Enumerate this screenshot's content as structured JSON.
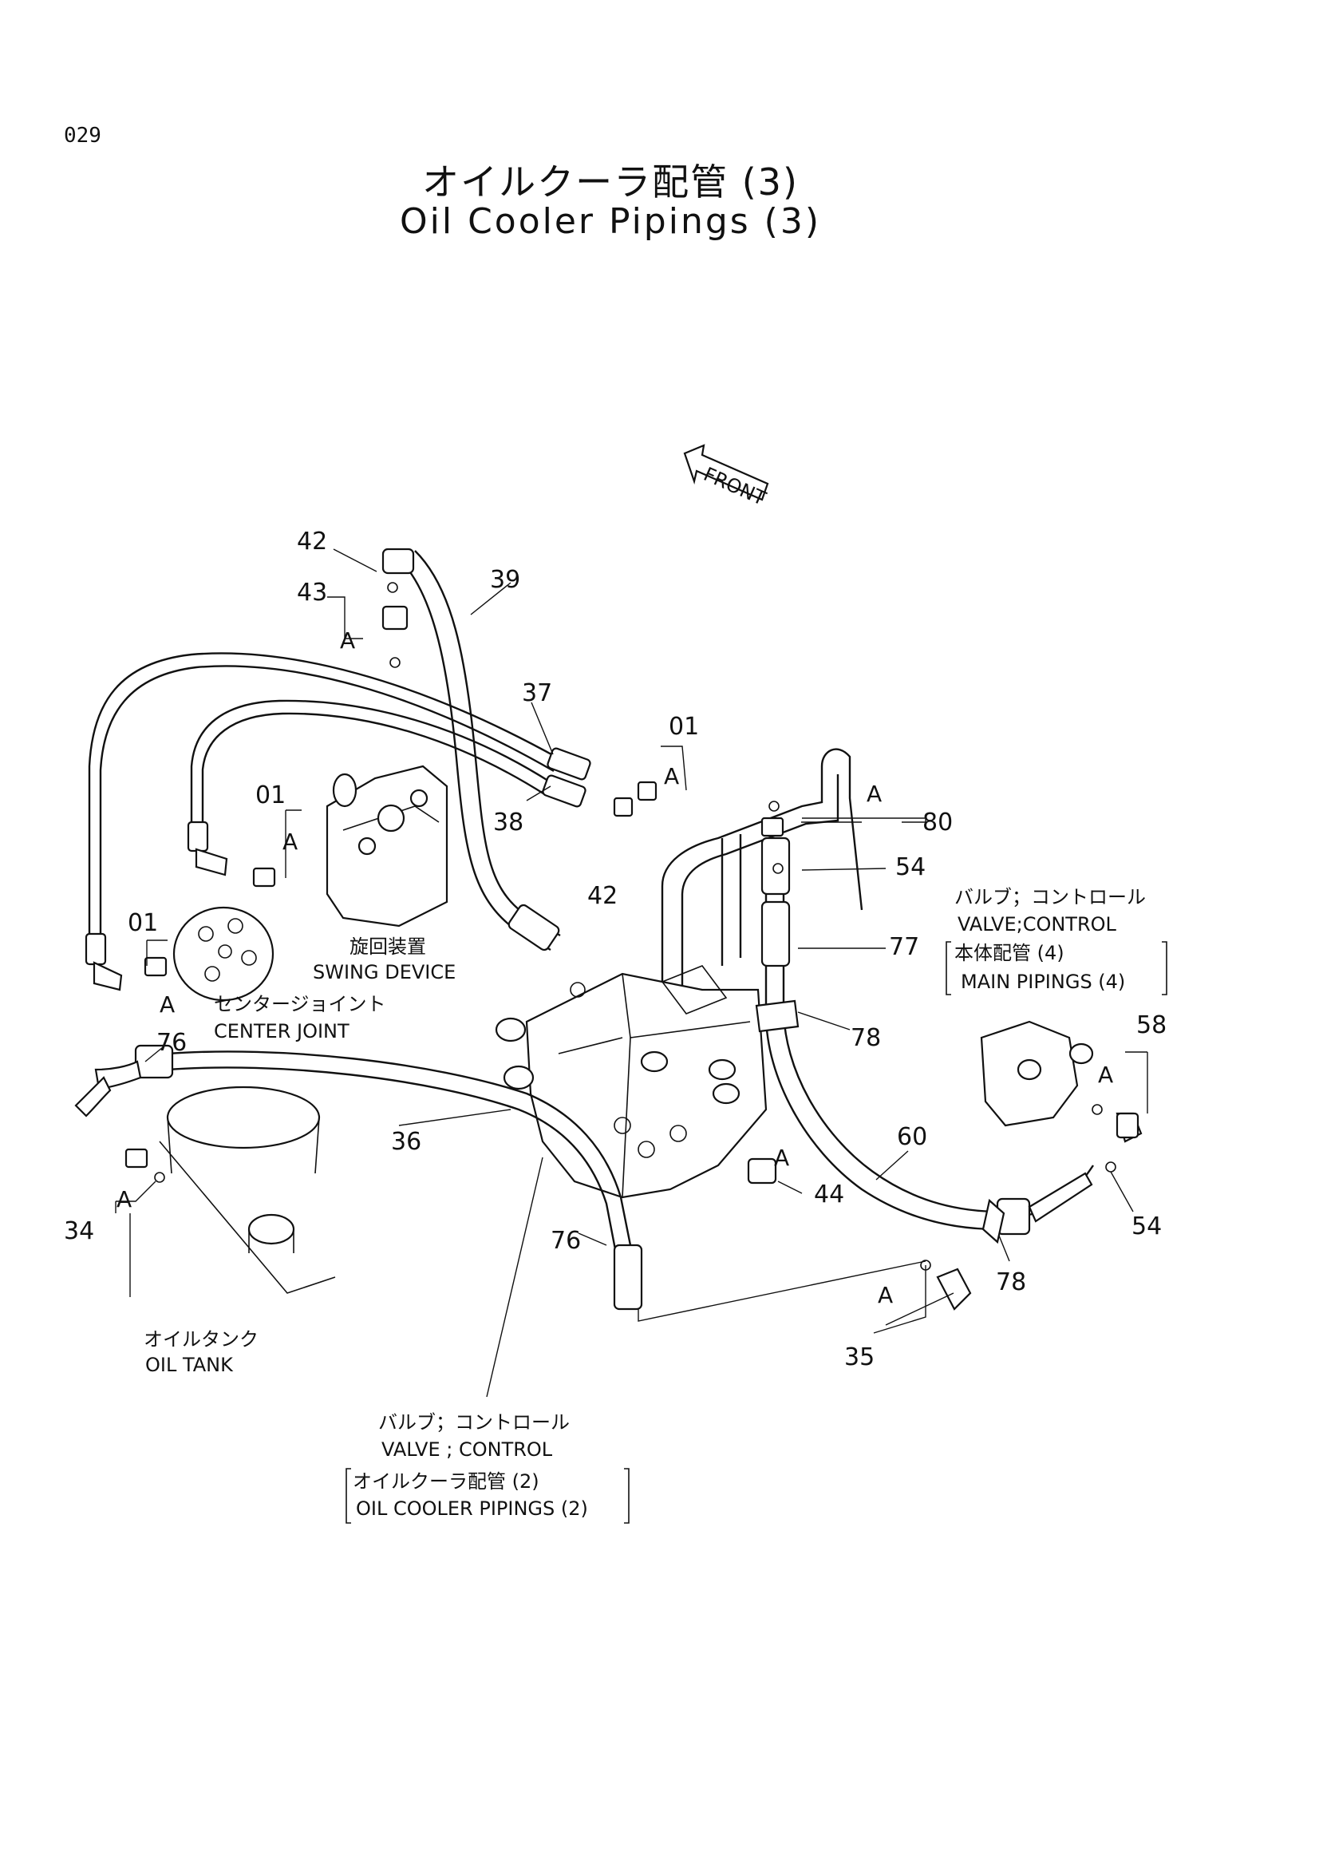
{
  "page_number": "029",
  "title_jp": "オイルクーラ配管 (3)",
  "title_en": "Oil Cooler Pipings (3)",
  "front_label": "FRONT",
  "callouts": {
    "c42a": "42",
    "c43": "43",
    "c39": "39",
    "c37": "37",
    "c38": "38",
    "c01a": "01",
    "c01b": "01",
    "c01c": "01",
    "c80": "80",
    "c54a": "54",
    "c77": "77",
    "c42b": "42",
    "c78a": "78",
    "c58": "58",
    "c60": "60",
    "c54b": "54",
    "c78b": "78",
    "c76a": "76",
    "c36": "36",
    "c34": "34",
    "c76b": "76",
    "c44": "44",
    "c35": "35"
  },
  "marker_letter": "A",
  "labels": {
    "swing_device_jp": "旋回装置",
    "swing_device_en": "SWING DEVICE",
    "center_joint_jp": "センタージョイント",
    "center_joint_en": "CENTER JOINT",
    "valve_control_right_jp": "バルブ；コントロール",
    "valve_control_right_en": "VALVE;CONTROL",
    "main_pipings_jp": "本体配管 (4)",
    "main_pipings_en": "MAIN PIPINGS (4)",
    "oil_tank_jp": "オイルタンク",
    "oil_tank_en": "OIL TANK",
    "valve_control_bottom_jp": "バルブ；コントロール",
    "valve_control_bottom_en": "VALVE ; CONTROL",
    "oil_cooler_pipings_jp": "オイルクーラ配管 (2)",
    "oil_cooler_pipings_en": "OIL COOLER PIPINGS (2)"
  }
}
